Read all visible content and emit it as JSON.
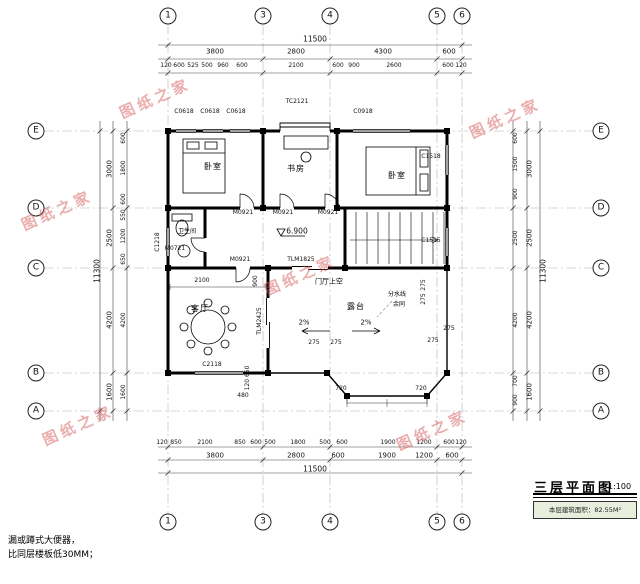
{
  "watermark": {
    "text": "图纸之家"
  },
  "axes": {
    "cols": [
      "1",
      "3",
      "4",
      "5",
      "6"
    ],
    "rows": [
      "E",
      "D",
      "C",
      "B",
      "A"
    ]
  },
  "dims": {
    "top": {
      "total": "11500",
      "major": [
        "3800",
        "2800",
        "4300",
        "600"
      ],
      "detail": [
        "120",
        "600",
        "525",
        "500",
        "960",
        "600",
        "2100",
        "600",
        "900",
        "2600",
        "600",
        "120"
      ]
    },
    "bottom": {
      "total": "11500",
      "major": [
        "3800",
        "2800",
        "600",
        "1900",
        "1200",
        "600"
      ],
      "detail": [
        "120",
        "850",
        "2100",
        "850",
        "600",
        "500",
        "1800",
        "500",
        "600",
        "1900",
        "1200",
        "600",
        "120"
      ]
    },
    "left": {
      "total": "11300",
      "major": [
        "3000",
        "2500",
        "4200",
        "1600"
      ],
      "detail": [
        "600",
        "1800",
        "600",
        "550",
        "1200",
        "650",
        "4200",
        "1600"
      ]
    },
    "right": {
      "total": "11300",
      "major": [
        "3000",
        "2500",
        "4200",
        "1600"
      ],
      "detail": [
        "600",
        "1500",
        "900",
        "2500",
        "4200",
        "700",
        "900"
      ]
    }
  },
  "plan": {
    "rooms": {
      "bedroom_left": "卧室",
      "study": "书房",
      "bedroom_right": "卧室",
      "bathroom": "卫生间",
      "living": "客厅",
      "terrace": "露台",
      "hall_void": "门厅上空"
    },
    "openings": {
      "window_c0618": [
        "C0618",
        "C0618",
        "C0618"
      ],
      "window_tc2121": "TC2121",
      "window_c0918": "C0918",
      "window_c1518": "C1518",
      "window_c1515": "C1515",
      "window_c1218": "C1218",
      "window_c2118": "C2118",
      "door_m0921": [
        "M0921",
        "M0921",
        "M0921",
        "M0921"
      ],
      "door_m0721": "M0721",
      "door_tlm1825": "TLM1825",
      "door_tlm2425": "TLM2425"
    },
    "annotations": {
      "level": "6.900",
      "slope_left": "2%",
      "slope_right": "2%",
      "divide_line": "分水线",
      "rest_same": "余同",
      "living_width": "2100",
      "d900": "900",
      "d480": "480",
      "d120_650": "120 650",
      "d275": [
        "275",
        "275",
        "275",
        "275",
        "275",
        "275"
      ],
      "d720": [
        "720",
        "720"
      ]
    }
  },
  "title_block": {
    "title": "三层平面图",
    "scale": "1:100",
    "area_label": "本层建筑面积：82.55M²"
  },
  "note": {
    "line1": "漏或蹲式大便器，",
    "line2": "比同层楼板低30MM；"
  }
}
